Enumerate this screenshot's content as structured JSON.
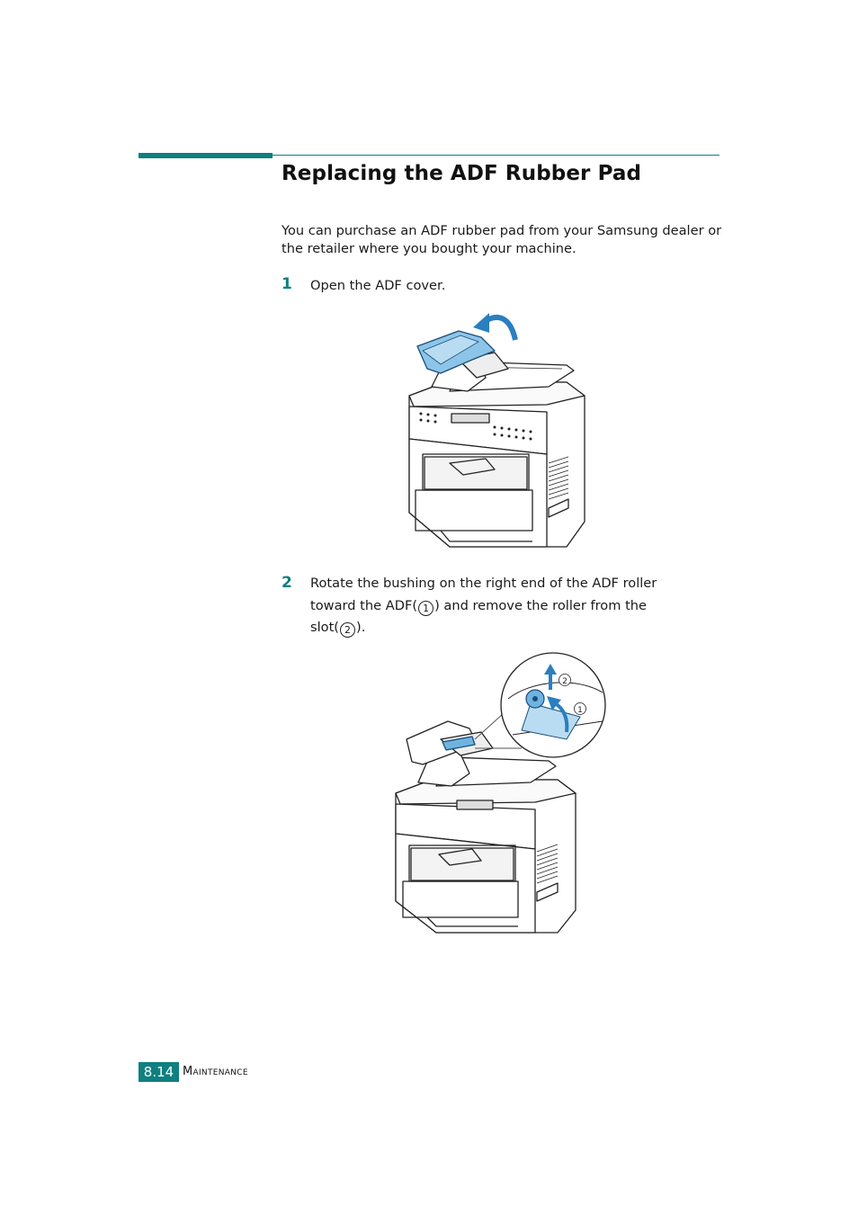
{
  "heading": "Replacing the ADF Rubber Pad",
  "intro": "You can purchase an ADF rubber pad from your Samsung dealer or the retailer where you bought your machine.",
  "steps": [
    {
      "number": "1",
      "text": "Open the ADF cover."
    },
    {
      "number": "2",
      "line1": "Rotate the bushing on the right end of the ADF roller",
      "line2_before": "toward the ADF(",
      "line2_after": ") and remove the roller from the",
      "line3_before": "slot(",
      "line3_after": ").",
      "callout1": "1",
      "callout2": "2"
    }
  ],
  "footer": {
    "page_number": "8.14",
    "section": "Maintenance"
  },
  "colors": {
    "accent": "#0f7f7f",
    "highlight_blue": "#2a7fc0"
  }
}
